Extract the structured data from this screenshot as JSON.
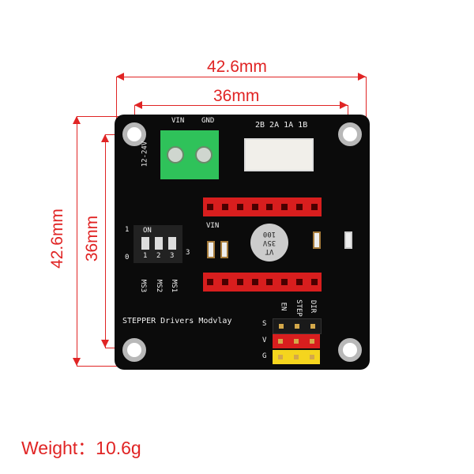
{
  "dimensions": {
    "outer_width": "42.6mm",
    "inner_width": "36mm",
    "outer_height": "42.6mm",
    "inner_height": "36mm"
  },
  "weight_label": "Weight：10.6g",
  "board": {
    "terminal_labels": [
      "VIN",
      "GND"
    ],
    "voltage_label": "12-24V",
    "motor_labels": "2B 2A 1A 1B",
    "header_label": "VIN",
    "dip": {
      "on": "ON",
      "one": "1",
      "zero": "0",
      "three": "3",
      "nums": [
        "1",
        "2",
        "3"
      ],
      "ms": [
        "MS3",
        "MS2",
        "MS1"
      ]
    },
    "capacitor": {
      "line1": "VT",
      "line2": "35V",
      "line3": "100"
    },
    "title": "STEPPER Drivers Modvlay",
    "signal_labels": [
      "EN",
      "STEP",
      "DIR"
    ],
    "row_labels": [
      "S",
      "V",
      "G"
    ]
  }
}
